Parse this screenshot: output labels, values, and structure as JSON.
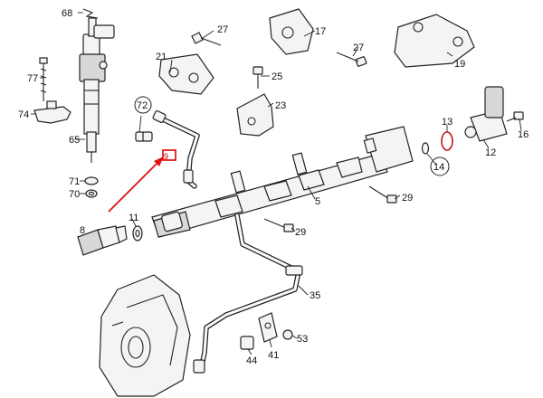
{
  "labels": {
    "p68": "68",
    "p77": "77",
    "p74": "74",
    "p65": "65",
    "p71": "71",
    "p70": "70",
    "p8": "8",
    "p11": "11",
    "p72": "72",
    "p21": "21",
    "p27a": "27",
    "p25": "25",
    "p23": "23",
    "p17": "17",
    "p27b": "27",
    "p19": "19",
    "p13": "13",
    "p14": "14",
    "p12": "12",
    "p16": "16",
    "p5": "5",
    "p29a": "29",
    "p29b": "29",
    "p35": "35",
    "p53": "53",
    "p44": "44",
    "p41": "41",
    "p9": "9"
  },
  "highlight_color": "#e00000",
  "arrow_color": "#e01010"
}
